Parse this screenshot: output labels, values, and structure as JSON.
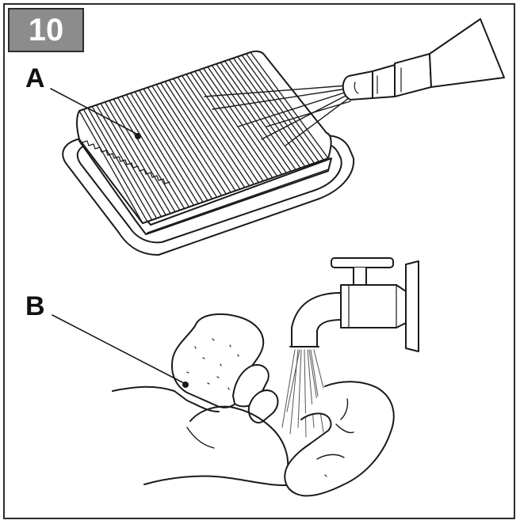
{
  "step": {
    "number": "10"
  },
  "callouts": {
    "a": "A",
    "b": "B"
  },
  "colors": {
    "badge_bg": "#8c8c8c",
    "line": "#1a1a1a"
  },
  "icons": [
    "air-filter-element",
    "compressed-air-nozzle",
    "water-faucet",
    "foam-sponge",
    "hands"
  ]
}
